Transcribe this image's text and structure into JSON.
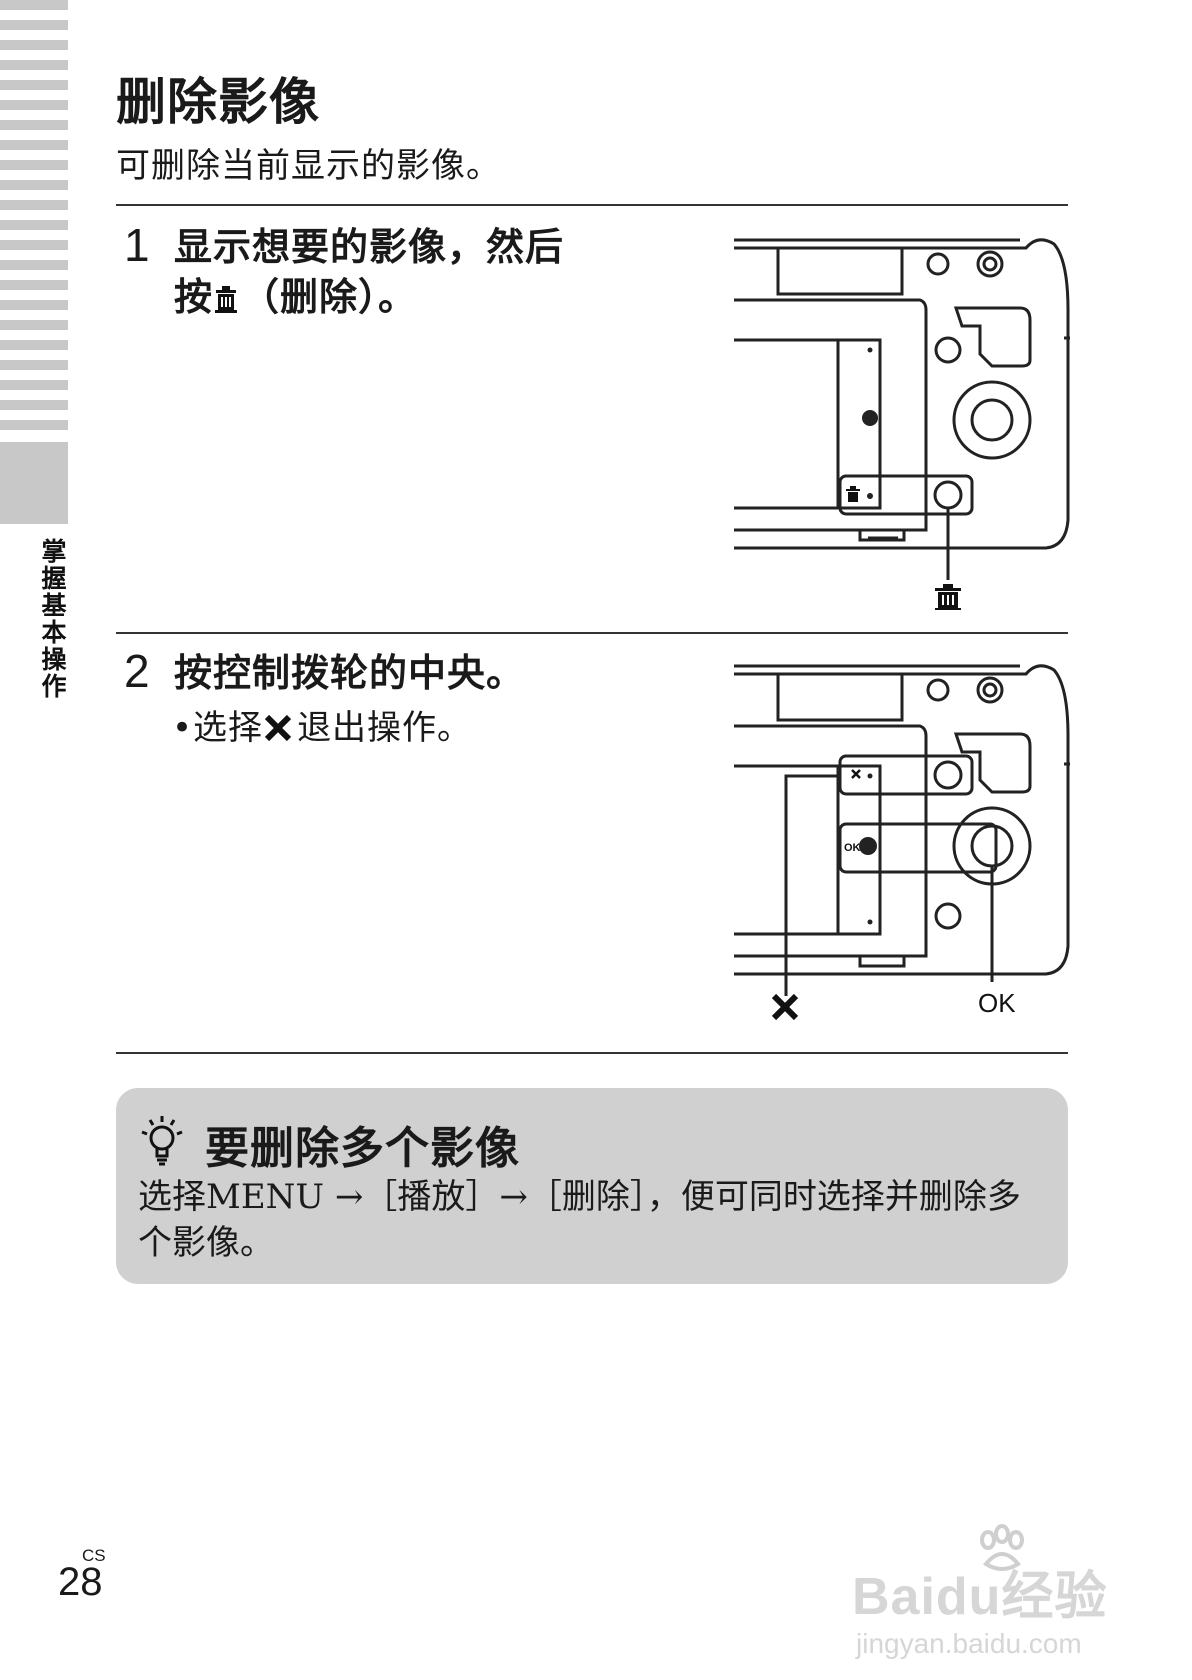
{
  "side_label": "掌握基本操作",
  "title": "删除影像",
  "intro": "可删除当前显示的影像。",
  "steps": [
    {
      "num": "1",
      "line1": "显示想要的影像，然后",
      "line2_pre": "按",
      "line2_icon": "trash-icon",
      "line2_post": "（删除）。",
      "callout_icon": "trash-icon"
    },
    {
      "num": "2",
      "line1": "按控制拨轮的中央。",
      "bullet_pre": "•选择",
      "bullet_icon": "cross-icon",
      "bullet_post": "退出操作。",
      "callout_ok": "OK",
      "callout_cross_icon": "cross-icon",
      "ok_button_label": "OK"
    }
  ],
  "tip": {
    "icon": "lightbulb-icon",
    "title": "要删除多个影像",
    "body": "选择MENU →［播放］→［删除］，便可同时选择并删除多个影像。"
  },
  "footer": {
    "lang": "CS",
    "page": "28"
  },
  "watermark": {
    "main": "Baidu经验",
    "sub": "jingyan.baidu.com"
  }
}
